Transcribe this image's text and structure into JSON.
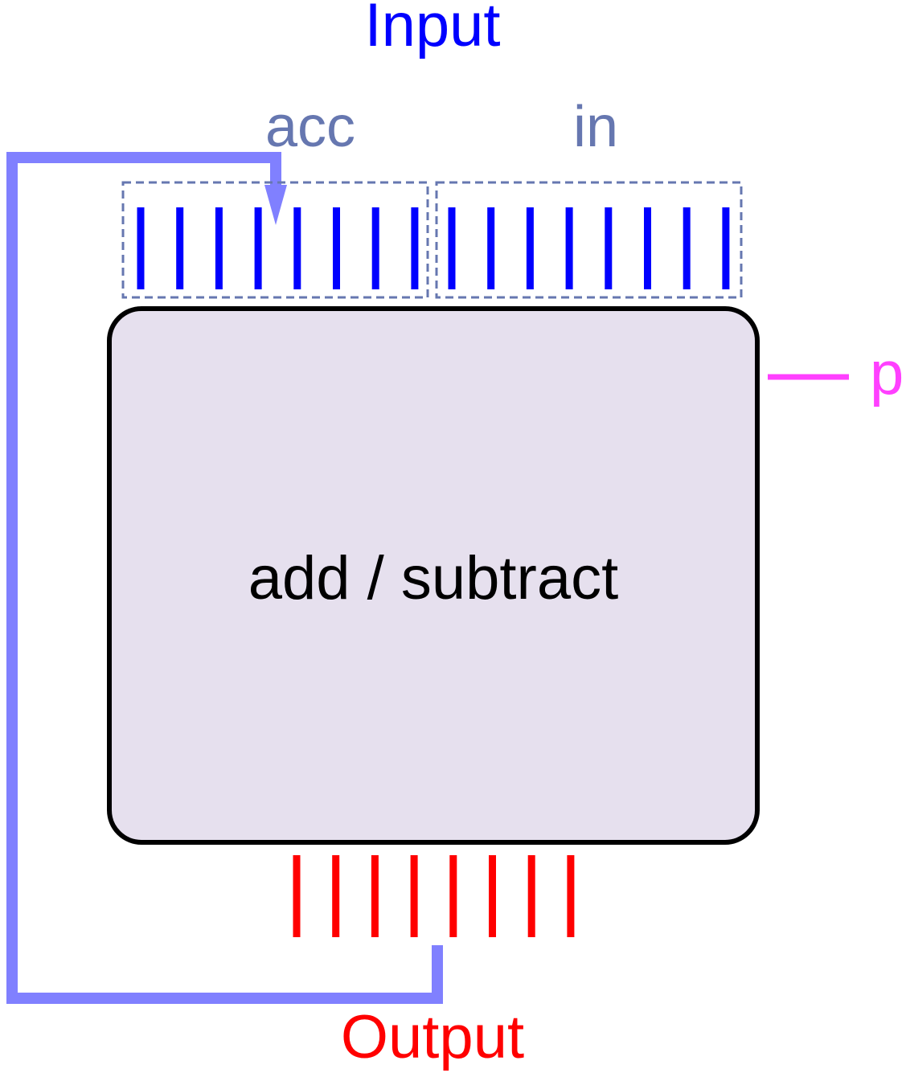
{
  "labels": {
    "input": "Input",
    "acc": "acc",
    "in": "in",
    "block": "add / subtract",
    "p": "p",
    "output": "Output"
  },
  "buses": {
    "acc_bits": 8,
    "in_bits": 8,
    "output_bits": 8
  },
  "colors": {
    "input_title": "#0000ff",
    "group_label": "#6677b0",
    "input_wire": "#0000ff",
    "group_box": "#6677b0",
    "feedback": "#8080ff",
    "block_fill": "#e6e0ee",
    "block_stroke": "#000000",
    "control": "#ff40ff",
    "output": "#ff0000"
  }
}
